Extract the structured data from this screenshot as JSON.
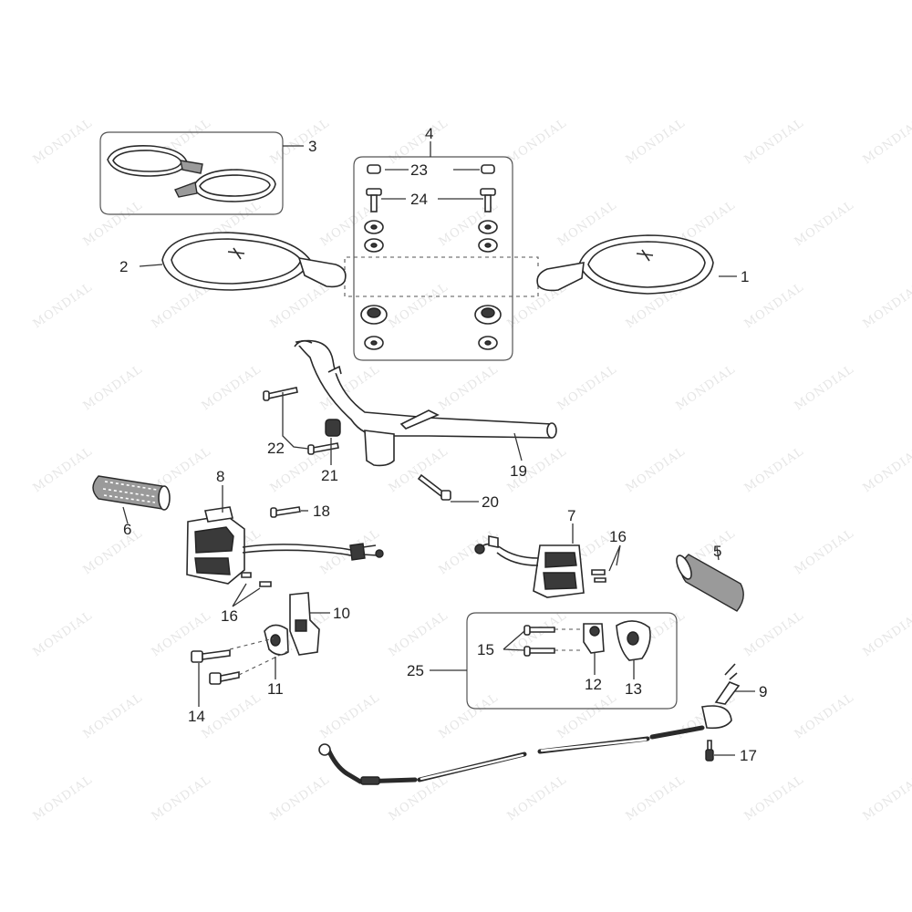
{
  "watermark": "MONDIAL",
  "callouts": {
    "c1": "1",
    "c2": "2",
    "c3": "3",
    "c4": "4",
    "c5": "5",
    "c6": "6",
    "c7": "7",
    "c8": "8",
    "c9": "9",
    "c10": "10",
    "c11": "11",
    "c12": "12",
    "c13": "13",
    "c14": "14",
    "c15": "15",
    "c16a": "16",
    "c16b": "16",
    "c17": "17",
    "c18": "18",
    "c19": "19",
    "c20": "20",
    "c21": "21",
    "c22": "22",
    "c23": "23",
    "c24": "24",
    "c25": "25"
  }
}
